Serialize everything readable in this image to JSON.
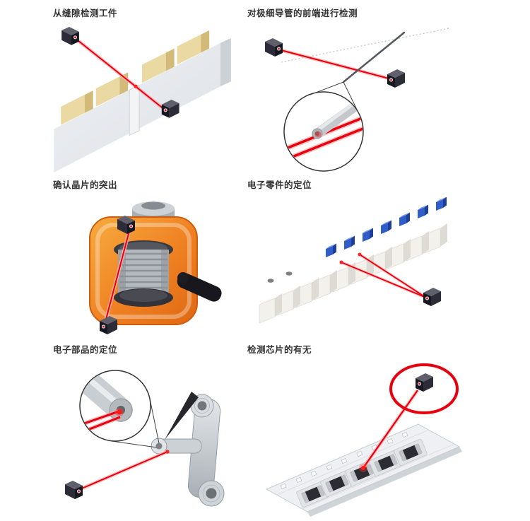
{
  "page": {
    "background": "#ffffff",
    "language": "zh-CN"
  },
  "colors": {
    "title_text": "#333333",
    "laser_red": "#e8000f",
    "laser_glow": "#ffb4b4",
    "sensor_body": "#2c2c39",
    "callout_circle_red": "#e8000f",
    "workpiece_tan": "#ead9a2",
    "device_orange": "#ef8122",
    "component_blue": "#2f5ecb",
    "metal_gray": "#c9ced2"
  },
  "examples": [
    {
      "id": "gap-detection",
      "title": "从缝隙检测工件",
      "illustration": "slit-workpiece-detection"
    },
    {
      "id": "tube-tip-detection",
      "title": "对极细导管的前端进行检测",
      "illustration": "fine-tube-tip-detection-magnified"
    },
    {
      "id": "wafer-protrusion-check",
      "title": "确认晶片的突出",
      "illustration": "protrusion-check-orange-case"
    },
    {
      "id": "component-positioning",
      "title": "电子零件的定位",
      "illustration": "electronic-components-row-positioning"
    },
    {
      "id": "part-positioning",
      "title": "电子部品的定位",
      "illustration": "metal-part-positioning-magnified"
    },
    {
      "id": "chip-presence-detection",
      "title": "检测芯片的有无",
      "illustration": "chip-presence-on-carrier-tape"
    }
  ]
}
